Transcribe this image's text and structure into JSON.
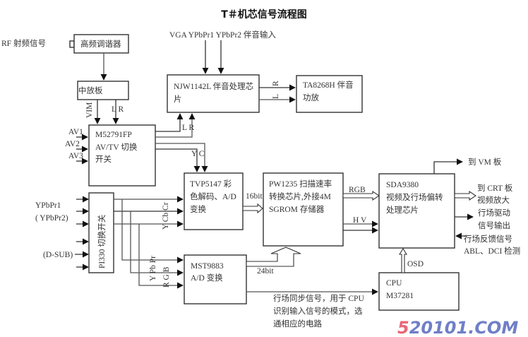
{
  "title": "T＃机芯信号流程图",
  "inputs": {
    "rf": "RF 射频信号",
    "vga": "VGA YPbPr1 YPbPr2 伴音输入",
    "av1": "AV1",
    "av2": "AV2",
    "av3": "AV3",
    "ypbpr1": "YPbPr1",
    "ypbpr2": "( YPbPr2)",
    "dsub": "(D-SUB)"
  },
  "blocks": {
    "tuner": [
      "高频调谐器"
    ],
    "if_board": [
      "中放板"
    ],
    "m52791": [
      "M52791FP",
      "AV/TV 切换",
      "开关"
    ],
    "njw1142": [
      "NJW1142L 伴音处理芯",
      "片"
    ],
    "ta8268": [
      "TA8268H  伴音",
      "功放"
    ],
    "tvp5147": [
      "TVP5147  彩",
      "色解码、A/D",
      "变换"
    ],
    "pw1235": [
      "PW1235 扫描速率",
      "转换芯片,外接4M",
      "SGROM 存储器"
    ],
    "sda9380": [
      "SDA9380",
      "视频及行场偏转",
      "处理芯片"
    ],
    "pi330": [
      "PI330 切换开关"
    ],
    "mst9883": [
      "MST9883",
      "A/D 变换"
    ],
    "cpu": [
      "CPU",
      "M37281"
    ]
  },
  "signal_labels": {
    "vim": "VIM",
    "lr_if": "L R",
    "lr_audio": "L R",
    "r_out": "R",
    "l_out": "L",
    "yc": "Y C",
    "ycbcr": "Y Cb Cr",
    "ypbpr_lbl": "Y Pb  Pr",
    "rgb_lbl": "R  G  B",
    "bus16": "16bit",
    "bus24": "24bit",
    "rgb": "RGB",
    "hv": "H V",
    "osd": "OSD"
  },
  "outputs": {
    "vm": "到 VM 板",
    "crt": [
      "到 CRT 板",
      "视频放大"
    ],
    "drive": [
      "行场驱动",
      "信号输出"
    ],
    "feedback": [
      "行场反馈信号",
      "ABL、DCI 检测"
    ]
  },
  "notes": {
    "sync": [
      "行场同步信号，用于 CPU",
      "识别输入信号的模式，选",
      "通相应的电路"
    ]
  },
  "watermark": {
    "prefix": "5",
    "rest": "20101.COM",
    "prefix_color": "#e8687a",
    "rest_color": "#6f7fc8"
  }
}
